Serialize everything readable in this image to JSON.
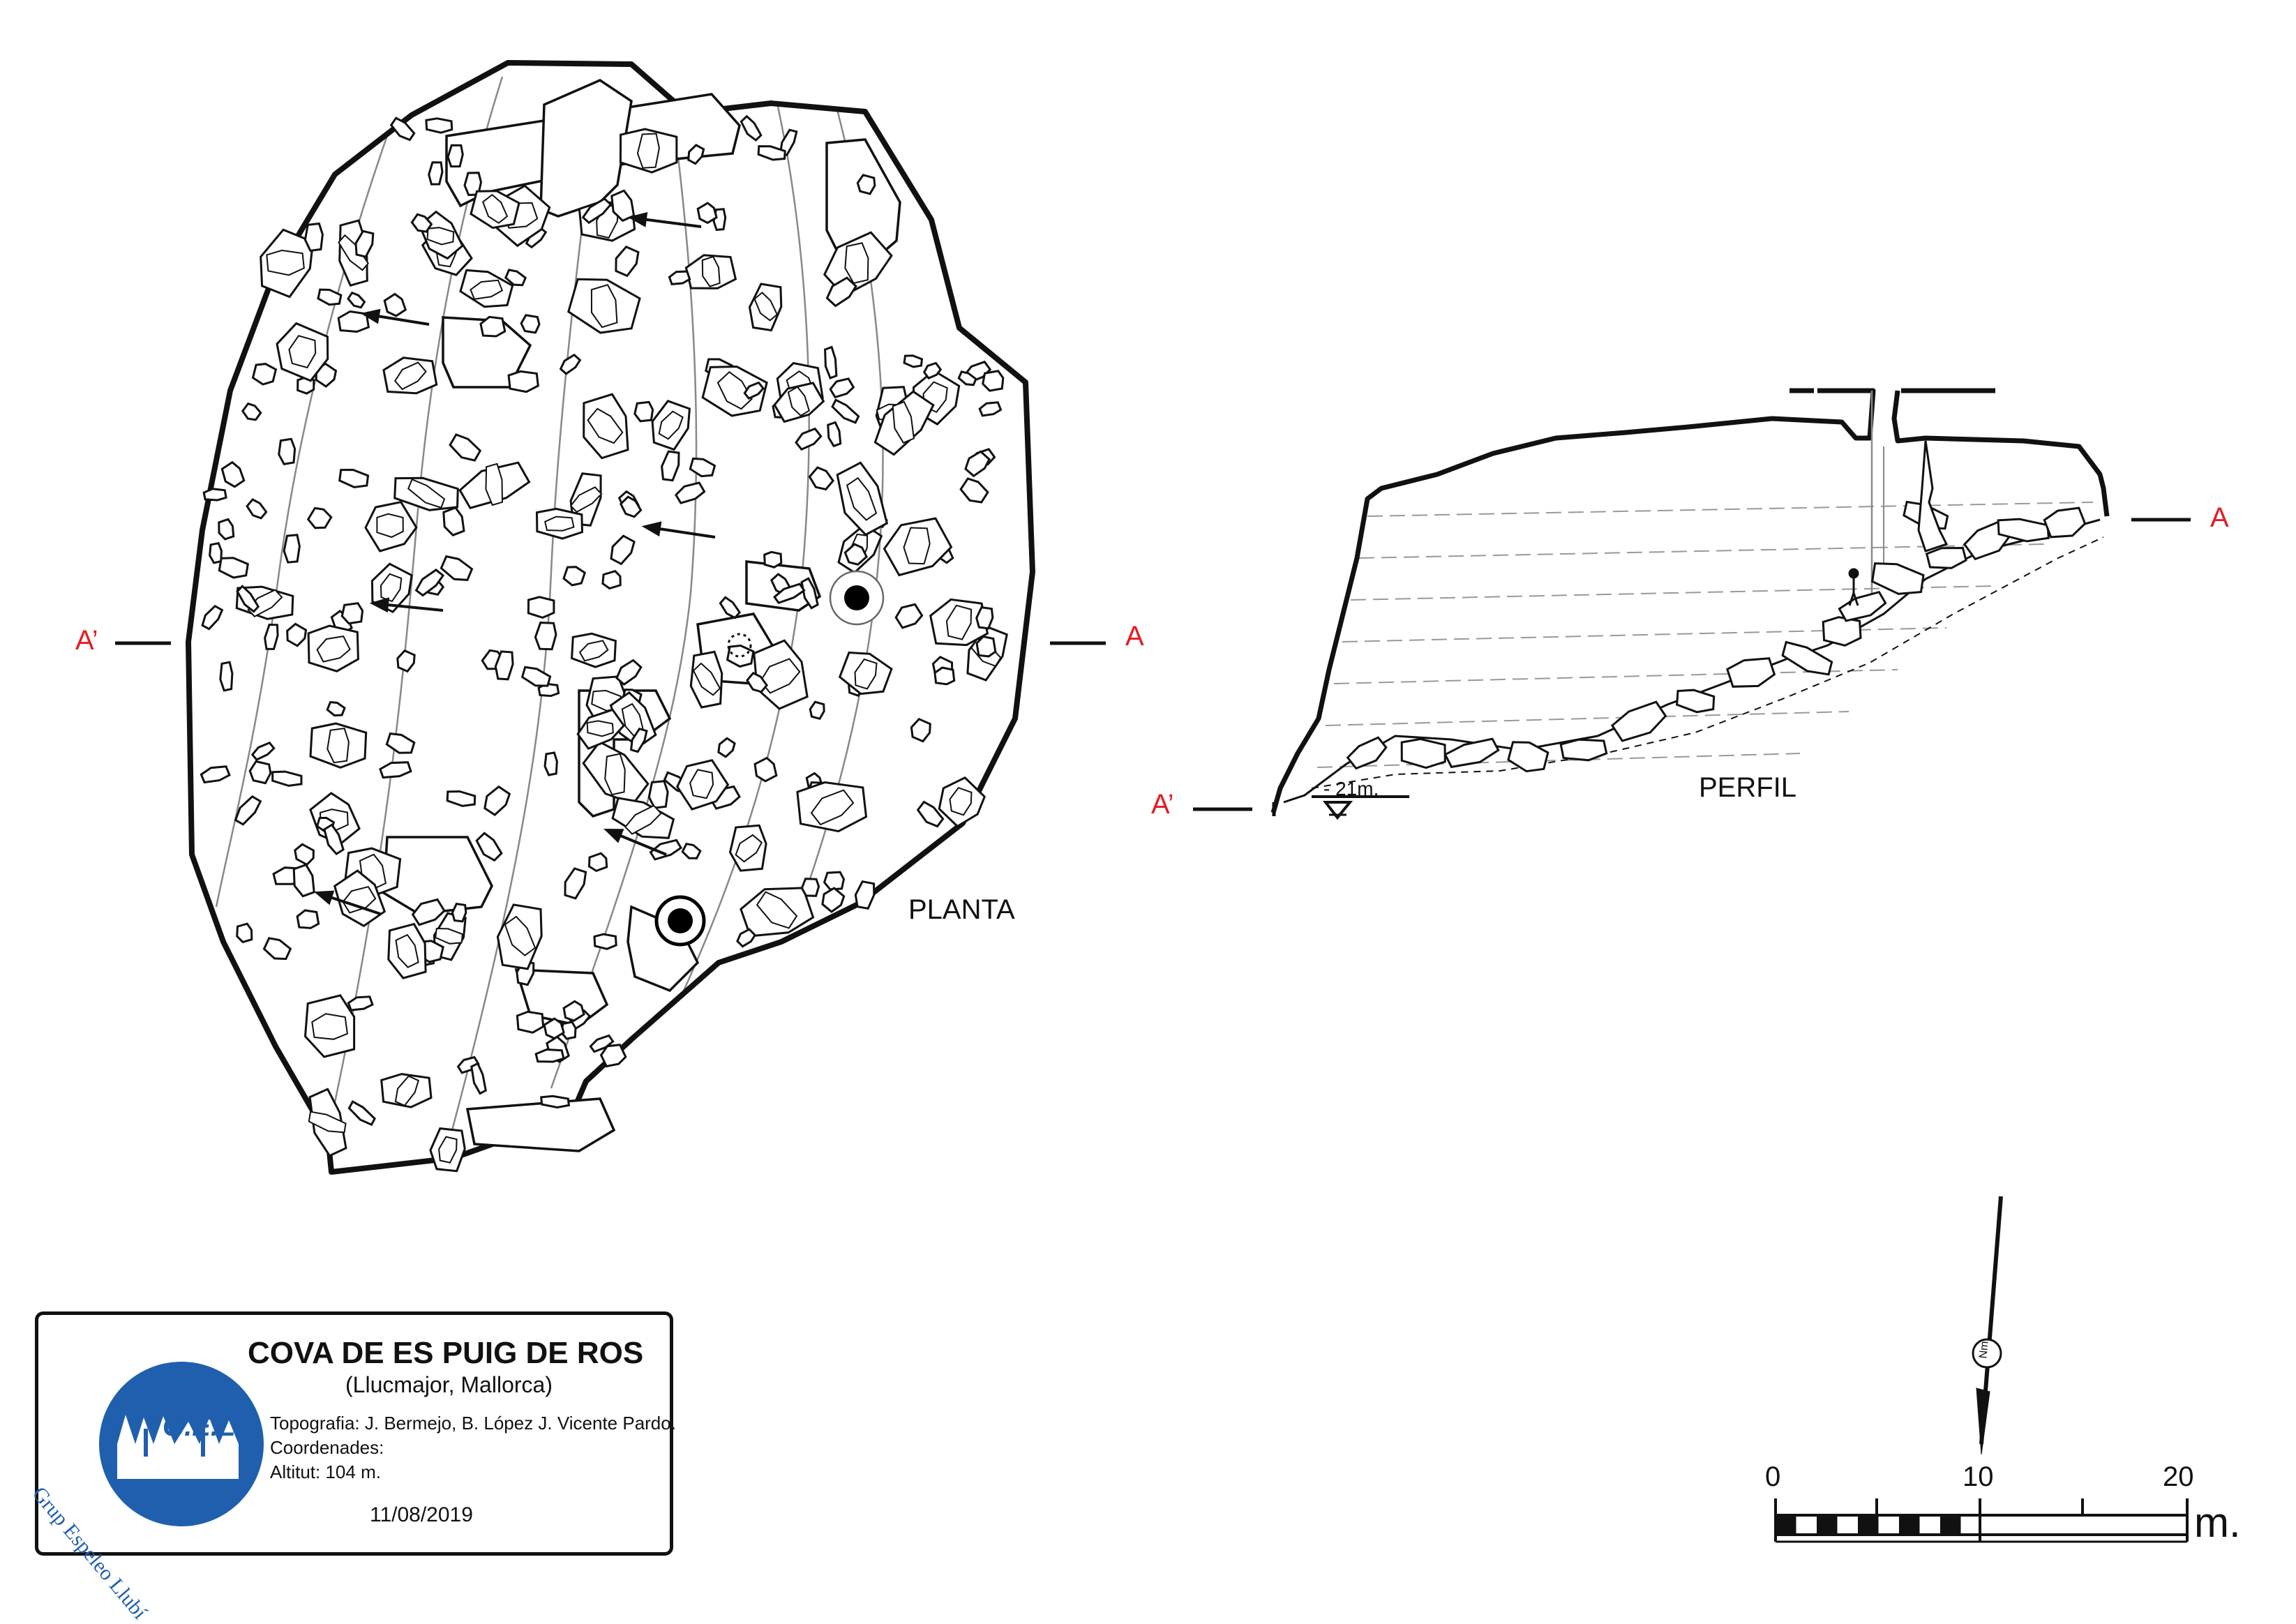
{
  "planta": {
    "label": "PLANTA",
    "section_left": "A’",
    "section_right": "A"
  },
  "perfil": {
    "label": "PERFIL",
    "section_left": "A’",
    "section_right": "A",
    "depth_label": "- 21m."
  },
  "title_block": {
    "title": "COVA DE ES PUIG DE ROS",
    "location": "(Llucmajor, Mallorca)",
    "credits": "Topografia: J. Bermejo, B. López J. Vicente Pardo.",
    "coords_label": "Coordenades:",
    "altitude": "Altitut: 104 m.",
    "date": "11/08/2019",
    "logo_text": "G.E.LL.",
    "logo_ring_text": "Grup Espeleo Llubí"
  },
  "north": {
    "label": "Nm"
  },
  "scale_bar": {
    "ticks": [
      "0",
      "10",
      "20"
    ],
    "unit": "m."
  },
  "colors": {
    "section_marker": "#e21d24",
    "logo_blue": "#1f5fae",
    "ink": "#111111"
  }
}
